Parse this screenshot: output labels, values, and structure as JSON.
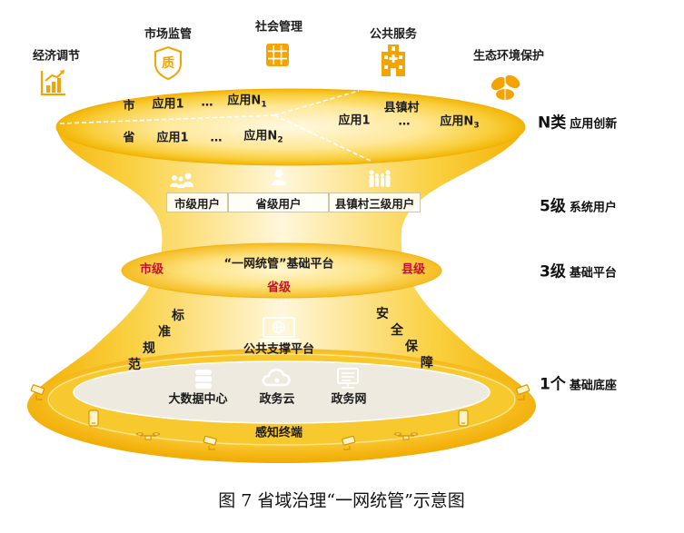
{
  "top_categories": [
    {
      "label": "经济调节",
      "icon": "bar-chart-icon"
    },
    {
      "label": "市场监管",
      "icon": "shield-quality-icon",
      "icon_text": "质"
    },
    {
      "label": "社会管理",
      "icon": "grid-icon"
    },
    {
      "label": "公共服务",
      "icon": "building-icon"
    },
    {
      "label": "生态环境保护",
      "icon": "leaves-icon"
    }
  ],
  "apps": {
    "city": {
      "level": "市",
      "app1": "应用1",
      "ellipsis": "…",
      "appN": "应用N",
      "sub": "1"
    },
    "province": {
      "level": "省",
      "app1": "应用1",
      "ellipsis": "…",
      "appN": "应用N",
      "sub": "2"
    },
    "county": {
      "level": "县镇村",
      "app1": "应用1",
      "ellipsis": "…",
      "appN": "应用N",
      "sub": "3"
    }
  },
  "users": [
    "市级用户",
    "省级用户",
    "县镇村三级用户"
  ],
  "platform": {
    "title": "“一网统管”基础平台",
    "city": "市级",
    "province": "省级",
    "county": "县级"
  },
  "support": {
    "title": "公共支撑平台",
    "left": [
      "标",
      "准",
      "规",
      "范"
    ],
    "right": [
      "安",
      "全",
      "保",
      "障"
    ]
  },
  "base": {
    "items": [
      "大数据中心",
      "政务云",
      "政务网"
    ],
    "terminal": "感知终端"
  },
  "right_labels": [
    {
      "count": "N类",
      "name": "应用创新"
    },
    {
      "count": "5级",
      "name": "系统用户"
    },
    {
      "count": "3级",
      "name": "基础平台"
    },
    {
      "count": "1个",
      "name": "基础底座"
    }
  ],
  "caption": "图 7 省域治理“一网统管”示意图",
  "colors": {
    "accent": "#F5A300",
    "highlight_red": "#C8102E",
    "base_yellow": "#F3B000",
    "light_cream": "#FFF7DC"
  }
}
